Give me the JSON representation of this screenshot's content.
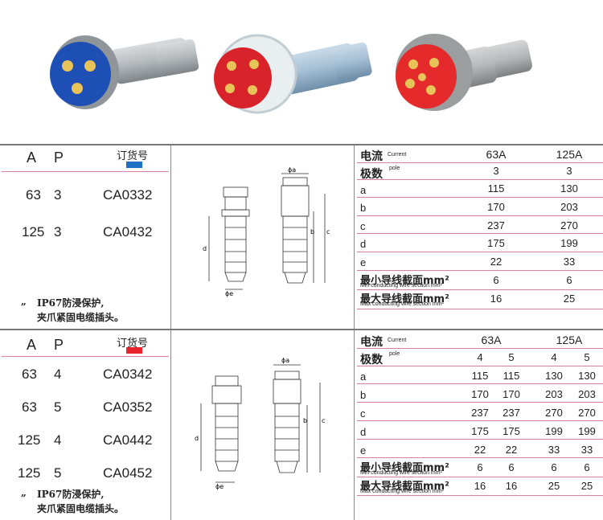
{
  "products": [
    {
      "name": "plug-blue",
      "body": "#b7bcbe",
      "face": "#1d4fb4",
      "pins": 3
    },
    {
      "name": "plug-red-4",
      "body": "#a7c1d6",
      "face": "#d8232a",
      "pins": 4
    },
    {
      "name": "plug-red-5",
      "body": "#b9bcbc",
      "face": "#e42a2a",
      "pins": 5
    }
  ],
  "section1": {
    "col_a": "A",
    "col_p": "P",
    "order_label": "订货号",
    "color_swatch": "#1f6fc7",
    "rows": [
      {
        "a": "63",
        "p": "3",
        "code": "CA0332"
      },
      {
        "a": "125",
        "p": "3",
        "code": "CA0432"
      }
    ],
    "note_line1": "IP67防浸保护,",
    "note_line2": "夹爪紧固电缆插头。",
    "note_mark": "„",
    "spec": {
      "current_cn": "电流",
      "current_en": "Current",
      "pole_cn": "极数",
      "pole_en": "pole",
      "headers": [
        "63A",
        "125A"
      ],
      "poles": [
        "3",
        "3"
      ],
      "rows": [
        {
          "label": "a",
          "values": [
            "115",
            "130"
          ]
        },
        {
          "label": "b",
          "values": [
            "170",
            "203"
          ]
        },
        {
          "label": "c",
          "values": [
            "237",
            "270"
          ]
        },
        {
          "label": "d",
          "values": [
            "175",
            "199"
          ]
        },
        {
          "label": "e",
          "values": [
            "22",
            "33"
          ]
        }
      ],
      "min_cn": "最小导线截面mm²",
      "min_en": "Min conducting wire section mm²",
      "min_values": [
        "6",
        "6"
      ],
      "max_cn": "最大导线截面mm²",
      "max_en": "Max conducting wire section mm²",
      "max_values": [
        "16",
        "25"
      ]
    },
    "drawing": {
      "phi_a": "ϕa",
      "phi_e": "ϕe",
      "b": "b",
      "c": "c",
      "d": "d"
    }
  },
  "section2": {
    "col_a": "A",
    "col_p": "P",
    "order_label": "订货号",
    "color_swatch": "#e8232b",
    "rows": [
      {
        "a": "63",
        "p": "4",
        "code": "CA0342"
      },
      {
        "a": "63",
        "p": "5",
        "code": "CA0352"
      },
      {
        "a": "125",
        "p": "4",
        "code": "CA0442"
      },
      {
        "a": "125",
        "p": "5",
        "code": "CA0452"
      }
    ],
    "note_line1": "IP67防浸保护,",
    "note_line2": "夹爪紧固电缆插头。",
    "note_mark": "„",
    "spec": {
      "current_cn": "电流",
      "current_en": "Current",
      "pole_cn": "极数",
      "pole_en": "pole",
      "headers": [
        "63A",
        "125A"
      ],
      "poles": [
        "4",
        "5",
        "4",
        "5"
      ],
      "rows": [
        {
          "label": "a",
          "values": [
            "115",
            "115",
            "130",
            "130"
          ]
        },
        {
          "label": "b",
          "values": [
            "170",
            "170",
            "203",
            "203"
          ]
        },
        {
          "label": "c",
          "values": [
            "237",
            "237",
            "270",
            "270"
          ]
        },
        {
          "label": "d",
          "values": [
            "175",
            "175",
            "199",
            "199"
          ]
        },
        {
          "label": "e",
          "values": [
            "22",
            "22",
            "33",
            "33"
          ]
        }
      ],
      "min_cn": "最小导线截面mm²",
      "min_en": "Min conducting wire section mm²",
      "min_values": [
        "6",
        "6",
        "6",
        "6"
      ],
      "max_cn": "最大导线截面mm²",
      "max_en": "Max conducting wire section mm²",
      "max_values": [
        "16",
        "16",
        "25",
        "25"
      ]
    },
    "drawing": {
      "phi_a": "ϕa",
      "phi_e": "ϕe",
      "b": "b",
      "c": "c",
      "d": "d"
    }
  }
}
